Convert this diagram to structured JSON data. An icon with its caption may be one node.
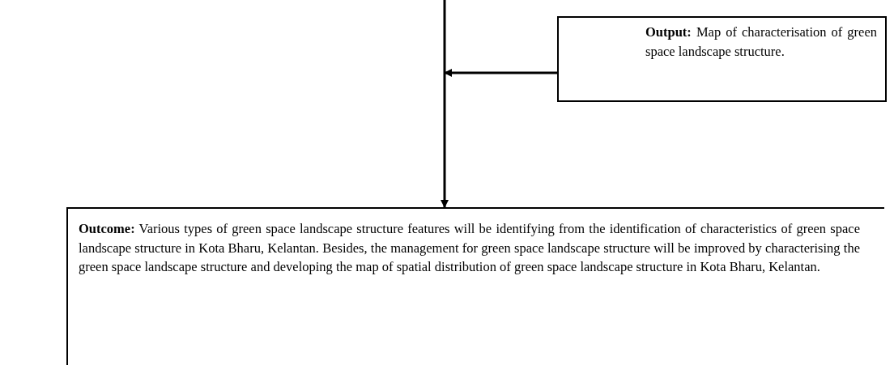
{
  "diagram": {
    "nodes": [
      {
        "text": [
          "**Output:** Map of characterisation of green space landscape structure."
        ]
      },
      {
        "text": [
          "**Outcome:** Various types of green space landscape structure features will be identifying from the identification of characteristics of green space landscape structure in Kota Bharu, Kelantan. Besides, the management for green space landscape structure will be improved by characterising the green space landscape structure and developing the map of spatial distribution of green space landscape structure in Kota Bharu, Kelantan."
        ]
      }
    ],
    "edges": [
      {
        "from": null,
        "to": 1,
        "arrow": "to"
      },
      {
        "from": 0,
        "to": null,
        "arrow": "to"
      }
    ]
  }
}
